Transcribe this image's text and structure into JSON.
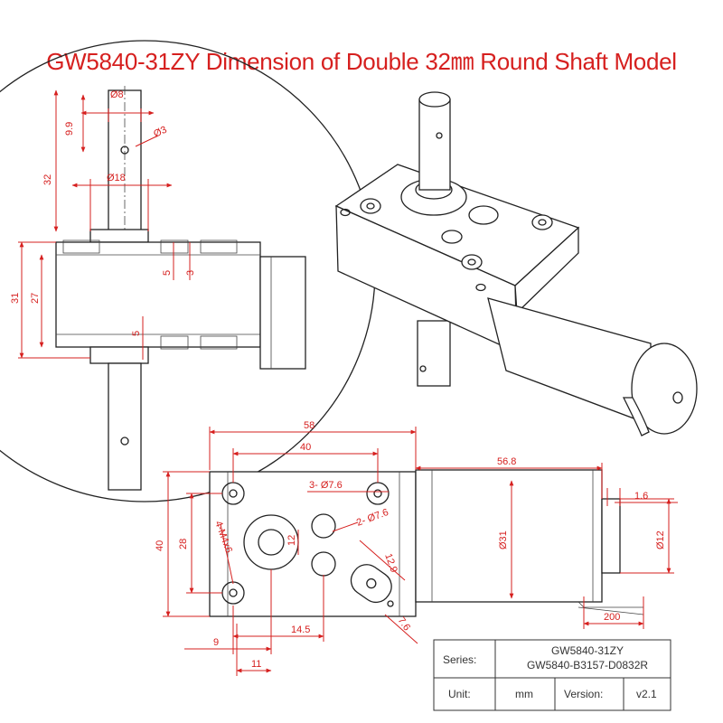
{
  "title": "GW5840-31ZY Dimension of Double 32㎜ Round Shaft Model",
  "dimensions": {
    "shaft_diameter": "Ø8",
    "shaft_flat": "9.9",
    "hole_phi3": "Ø3",
    "shaft_length": "32",
    "boss_diameter": "Ø18",
    "dim_5_top": "5",
    "dim_3": "3",
    "height_31": "31",
    "height_27": "27",
    "dim_5_bottom": "5",
    "width_58": "58",
    "width_40": "40",
    "holes_3": "3- Ø7.6",
    "holes_2": "2- Ø7.6",
    "thread": "4-M4x6",
    "offset_12": "12",
    "height_40": "40",
    "height_28": "28",
    "dim_14_5": "14.5",
    "dim_9": "9",
    "dim_11": "11",
    "dim_12_9": "12.9",
    "dim_7_6": "7.6",
    "motor_len": "56.8",
    "motor_dia": "Ø31",
    "dim_1_6": "1.6",
    "shaft_12": "Ø12",
    "wire_200": "200"
  },
  "table": {
    "series_label": "Series:",
    "series_value_1": "GW5840-31ZY",
    "series_value_2": "GW5840-B3157-D0832R",
    "unit_label": "Unit:",
    "unit_value": "mm",
    "version_label": "Version:",
    "version_value": "v2.1"
  }
}
